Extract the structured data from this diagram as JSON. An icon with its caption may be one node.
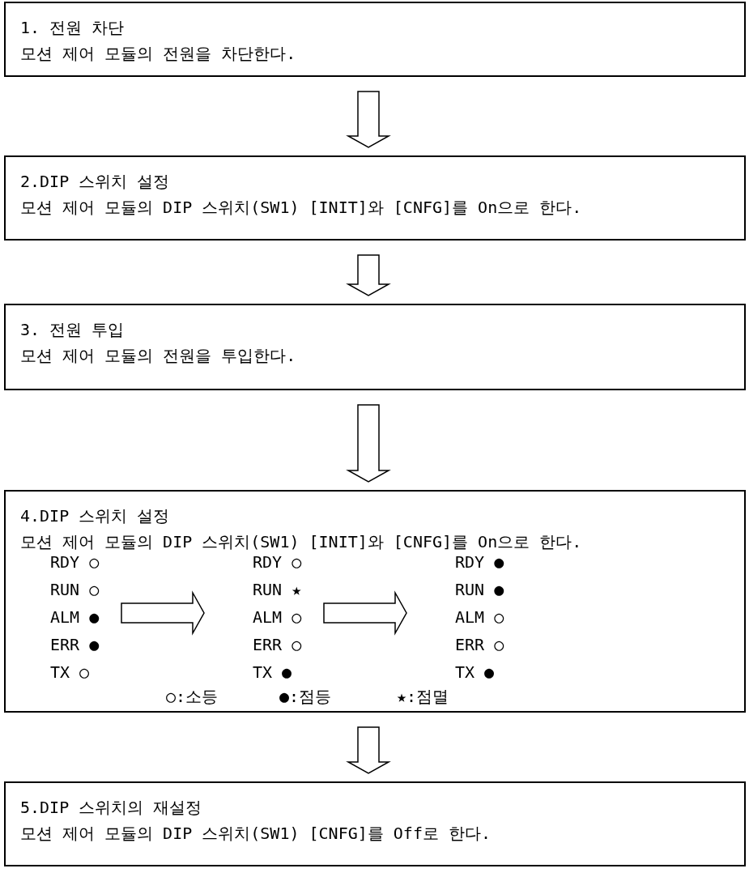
{
  "diagram": {
    "nodes": [
      {
        "text": [
          "1. 전원 차단",
          "모션 제어 모듈의 전원을 차단한다."
        ]
      },
      {
        "text": [
          "2.DIP 스위치 설정",
          "모션 제어 모듈의 DIP 스위치(SW1) [INIT]와 [CNFG]를 On으로 한다."
        ]
      },
      {
        "text": [
          "3. 전원 투입",
          "모션 제어 모듈의 전원을 투입한다."
        ]
      },
      {
        "text": [
          "4.DIP 스위치 설정",
          "모션 제어 모듈의 DIP 스위치(SW1) [INIT]와 [CNFG]를 On으로 한다."
        ]
      },
      {
        "text": [
          "RDY ○",
          "RUN ○",
          "ALM ●",
          "ERR ●",
          "TX ○"
        ],
        "in": 3
      },
      {
        "text": [
          "RDY ○",
          "RUN ★",
          "ALM ○",
          "ERR ○",
          "TX ●"
        ],
        "in": 3
      },
      {
        "text": [
          "RDY ●",
          "RUN ●",
          "ALM ○",
          "ERR ○",
          "TX ●"
        ],
        "in": 3
      },
      {
        "text": [
          "5.DIP 스위치의 재설정",
          "모션 제어 모듈의 DIP 스위치(SW1) [CNFG]를 Off로 한다."
        ]
      }
    ],
    "edges": [
      {
        "from": 0,
        "to": 1,
        "arrow": "to"
      },
      {
        "from": 1,
        "to": 2,
        "arrow": "to"
      },
      {
        "from": 2,
        "to": 3,
        "arrow": "to"
      },
      {
        "from": 3,
        "to": 7,
        "arrow": "to"
      },
      {
        "from": 4,
        "to": 5,
        "arrow": "to"
      },
      {
        "from": 5,
        "to": 6,
        "arrow": "to"
      }
    ],
    "labels": [
      "○:소등",
      "●:점등",
      "★:점멸"
    ]
  }
}
